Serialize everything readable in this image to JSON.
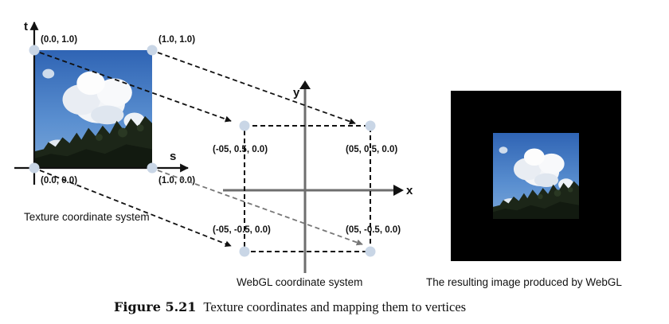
{
  "texture_panel": {
    "axis_t": "t",
    "axis_s": "s",
    "coord_top_left": "(0.0, 1.0)",
    "coord_top_right": "(1.0, 1.0)",
    "coord_bottom_left": "(0.0, 0.0)",
    "coord_bottom_right": "(1.0, 0.0)",
    "system_label": "Texture coordinate system"
  },
  "webgl_panel": {
    "axis_x": "x",
    "axis_y": "y",
    "vertex_top_left": "(-05, 0.5, 0.0)",
    "vertex_top_right": "(05, 0.5, 0.0)",
    "vertex_bottom_left": "(-05, -0.5, 0.0)",
    "vertex_bottom_right": "(05, -0.5, 0.0)",
    "system_label": "WebGL coordinate system"
  },
  "result_panel": {
    "label": "The resulting image produced by WebGL"
  },
  "caption": {
    "number": "Figure 5.21",
    "text": "Texture coordinates and mapping them to vertices"
  },
  "colors": {
    "point_fill": "#c9d6e6",
    "dashed_arrow": "#111111",
    "gray_arrow": "#777777",
    "webgl_axes": "#6e6e6e",
    "result_background": "#000000",
    "sky": "#3f78c2",
    "cloud": "#f4f6f9",
    "foliage": "#1a2416"
  }
}
